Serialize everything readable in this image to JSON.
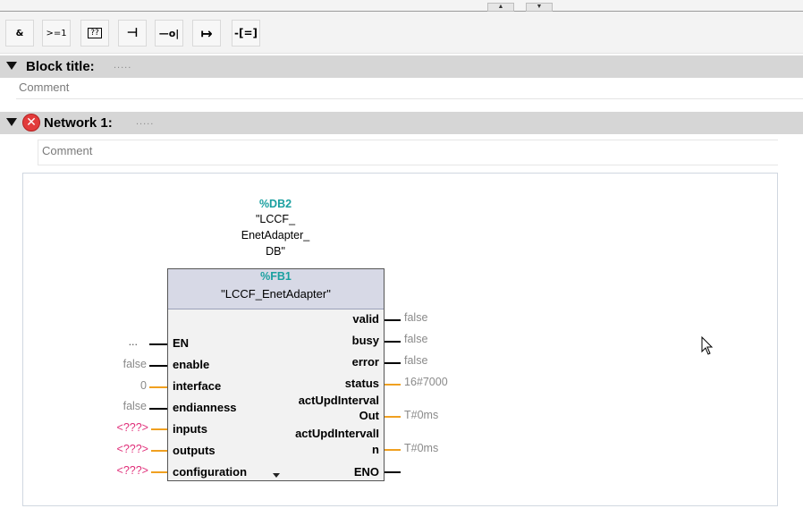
{
  "toolbar": {
    "buttons": [
      {
        "label": "&",
        "icon": "and-box-icon"
      },
      {
        "label": ">=1",
        "icon": "or-box-icon"
      },
      {
        "label": "??",
        "icon": "empty-box-icon"
      },
      {
        "label": "⊣",
        "icon": "input-icon"
      },
      {
        "label": "—o|",
        "icon": "negate-input-icon"
      },
      {
        "label": "↦",
        "icon": "branch-icon"
      },
      {
        "label": "-[=]",
        "icon": "assignment-icon"
      }
    ]
  },
  "block": {
    "title_label": "Block title:",
    "title_value": ".....",
    "comment": "Comment"
  },
  "network": {
    "title": "Network 1:",
    "title_value": ".....",
    "comment": "Comment",
    "status_icon": "error-icon"
  },
  "instance": {
    "db_address": "%DB2",
    "db_name_line1": "\"LCCF_",
    "db_name_line2": "EnetAdapter_",
    "db_name_line3": "DB\"",
    "fb_address": "%FB1",
    "fb_name": "\"LCCF_EnetAdapter\""
  },
  "inputs": [
    {
      "pin": "EN",
      "value": "..."
    },
    {
      "pin": "enable",
      "value": "false"
    },
    {
      "pin": "interface",
      "value": "0"
    },
    {
      "pin": "endianness",
      "value": "false"
    },
    {
      "pin": "inputs",
      "value": "<???>"
    },
    {
      "pin": "outputs",
      "value": "<???>"
    },
    {
      "pin": "configuration",
      "value": "<???>"
    }
  ],
  "outputs": [
    {
      "pin": "valid",
      "value": "false"
    },
    {
      "pin": "busy",
      "value": "false"
    },
    {
      "pin": "error",
      "value": "false"
    },
    {
      "pin": "status",
      "value": "16#7000"
    },
    {
      "pin": "actUpdInterval",
      "pin2": "Out",
      "value": "T#0ms"
    },
    {
      "pin": "actUpdIntervalI",
      "pin2": "n",
      "value": "T#0ms"
    },
    {
      "pin": "ENO",
      "value": ""
    }
  ]
}
